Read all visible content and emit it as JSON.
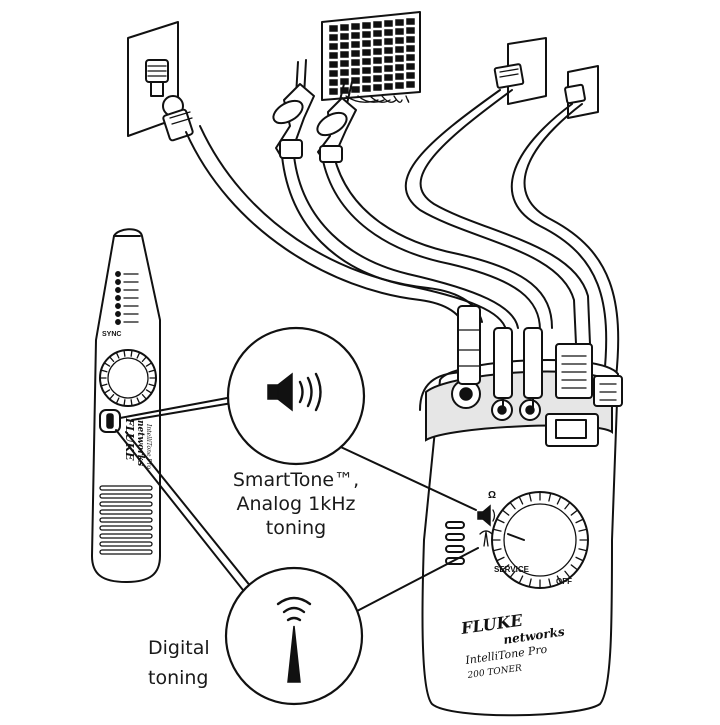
{
  "callouts": {
    "analog": {
      "line1": "SmartTone™,",
      "line2": "Analog 1kHz",
      "line3": "toning"
    },
    "digital": {
      "line1": "Digital",
      "line2": "toning"
    }
  },
  "probe": {
    "brand": "FLUKE",
    "brand_sub": "networks",
    "model": "IntelliTone Pro",
    "model_num": "200 Probe",
    "sync_label": "SYNC"
  },
  "toner": {
    "brand": "FLUKE",
    "brand_sub": "networks",
    "model": "IntelliTone Pro",
    "model_num": "200 TONER",
    "service_label": "SERVICE",
    "off_label": "OFF"
  },
  "icons": [
    "speaker-icon",
    "digital-tone-icon",
    "wall-jack-icon",
    "coax-connector-icon",
    "alligator-clip-icon",
    "rj11-plug-icon",
    "rj45-plug-icon",
    "punch-block-icon"
  ]
}
